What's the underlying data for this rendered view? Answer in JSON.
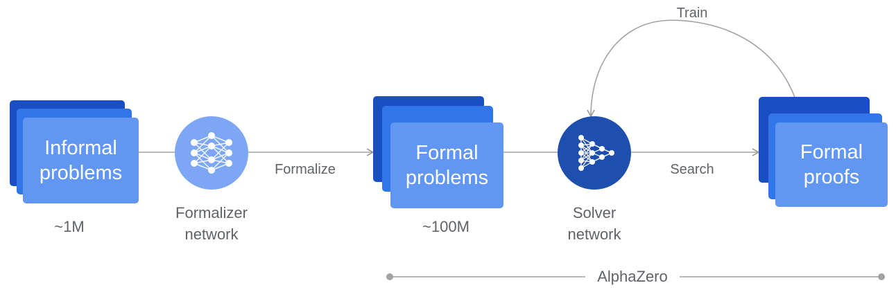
{
  "stages": {
    "informal": {
      "line1": "Informal",
      "line2": "problems",
      "count": "~1M"
    },
    "formalizer": {
      "line1": "Formalizer",
      "line2": "network"
    },
    "formal_problems": {
      "line1": "Formal",
      "line2": "problems",
      "count": "~100M"
    },
    "solver": {
      "line1": "Solver",
      "line2": "network"
    },
    "formal_proofs": {
      "line1": "Formal",
      "line2": "proofs"
    }
  },
  "edges": {
    "formalize": "Formalize",
    "search": "Search",
    "train": "Train"
  },
  "bracket": {
    "label": "AlphaZero"
  },
  "icons": {
    "formalizer": "neural-network-icon",
    "solver": "neural-network-play-icon"
  },
  "colors": {
    "card_back": "#1a4fc4",
    "card_mid": "#3176e8",
    "card_front": "#6196f2",
    "formalizer_circle": "#7da7f4",
    "solver_circle": "#1e4fae",
    "line": "#a3a3a3",
    "text": "#5f6368"
  }
}
